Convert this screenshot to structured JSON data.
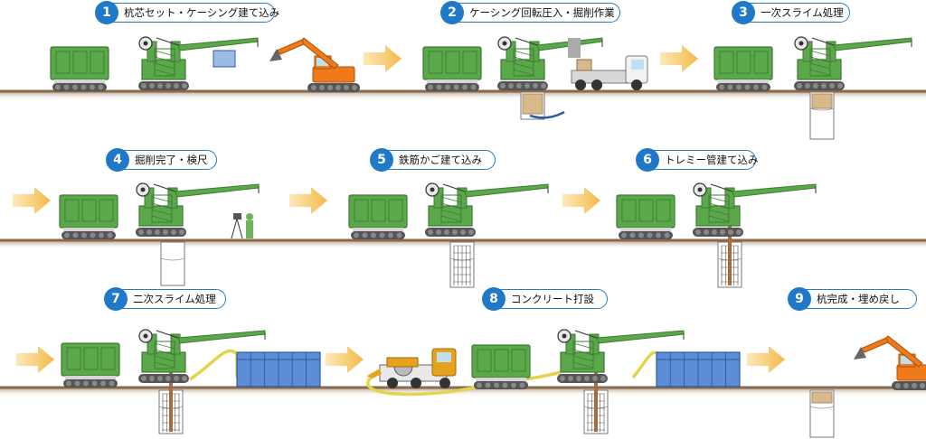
{
  "steps": [
    {
      "num": "1",
      "text": "杭芯セット・ケーシング建て込み"
    },
    {
      "num": "2",
      "text": "ケーシング回転圧入・掘削作業"
    },
    {
      "num": "3",
      "text": "一次スライム処理"
    },
    {
      "num": "4",
      "text": "掘削完了・検尺"
    },
    {
      "num": "5",
      "text": "鉄筋かご建て込み"
    },
    {
      "num": "6",
      "text": "トレミー管建て込み"
    },
    {
      "num": "7",
      "text": "二次スライム処理"
    },
    {
      "num": "8",
      "text": "コンクリート打設"
    },
    {
      "num": "9",
      "text": "杭完成・埋め戻し"
    }
  ],
  "colors": {
    "ground": "#8a6a4e",
    "ground_fill": "#c9b9a6",
    "machine_green": "#5aa84a",
    "machine_dark": "#3d7a33",
    "track": "#555555",
    "excavator_orange": "#ef7a1a",
    "tank_blue": "#5b8ed6",
    "arrow": "#f5c15a",
    "badge_blue": "#1f78c8",
    "hose_yellow": "#e6d34a"
  },
  "icons": [
    "generator",
    "drilling-rig",
    "excavator",
    "truck",
    "surveyor",
    "slurry-tank",
    "concrete-pump",
    "casing",
    "rebar-cage",
    "flow-arrow"
  ]
}
